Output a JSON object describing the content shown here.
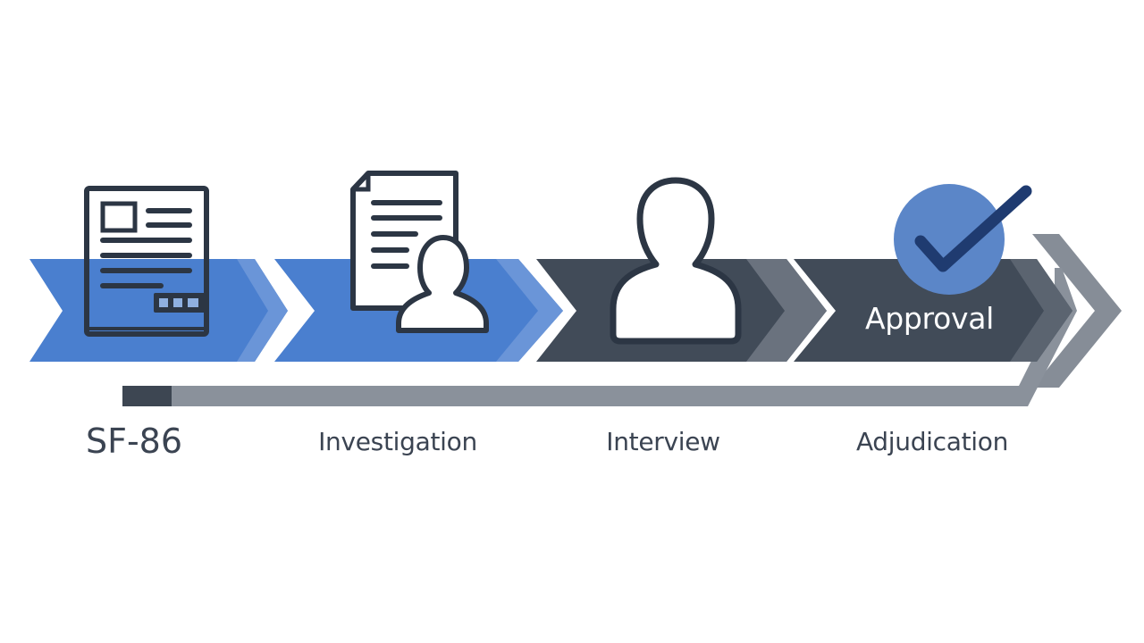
{
  "steps": [
    {
      "label": "SF-86",
      "icon": "form-document-icon"
    },
    {
      "label": "Investigation",
      "icon": "document-person-icon"
    },
    {
      "label": "Interview",
      "icon": "person-icon"
    },
    {
      "label": "Adjudication",
      "icon": "checkmark-circle-icon"
    }
  ],
  "badge": {
    "label": "Approval"
  },
  "colors": {
    "blue": "#4a7fcf",
    "blue_dark": "#6a95d8",
    "slate": "#414b58",
    "slate_light": "#6a727e",
    "grey_arrow": "#888f99",
    "icon_stroke": "#2c3644",
    "check_circle": "#5b86c8",
    "check_mark": "#1f3b70"
  }
}
